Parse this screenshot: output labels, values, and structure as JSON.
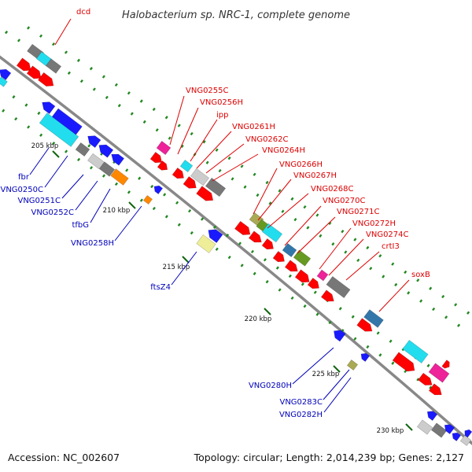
{
  "header": {
    "title": "Halobacterium sp. NRC-1, complete genome"
  },
  "footer": {
    "accession": "Accession: NC_002607",
    "summary": "Topology: circular; Length: 2,014,239 bp; Genes: 2,127"
  },
  "scale_ticks": [
    "205 kbp",
    "210 kbp",
    "215 kbp",
    "220 kbp",
    "225 kbp",
    "230 kbp"
  ],
  "forward_labels": [
    "dcd",
    "VNG0255C",
    "VNG0256H",
    "ipp",
    "VNG0261H",
    "VNG0262C",
    "VNG0264H",
    "VNG0266H",
    "VNG0267H",
    "VNG0268C",
    "VNG0270C",
    "VNG0271C",
    "VNG0272H",
    "VNG0274C",
    "crtI3",
    "soxB"
  ],
  "reverse_labels": [
    "fbr",
    "VNG0250C",
    "VNG0251C",
    "VNG0252C",
    "tfbG",
    "VNG0258H",
    "ftsZ4",
    "VNG0280H",
    "VNG0283C",
    "VNG0282H"
  ],
  "colors": {
    "backbone": "#888888",
    "forward_label": "#dd0000",
    "reverse_label": "#0000bb",
    "cds": "#ff0000",
    "gene": "#1a1aff",
    "gray": "#777777",
    "cyan": "#22ddee",
    "magenta": "#ee2299",
    "orange": "#ff8800",
    "lightgray": "#cccccc",
    "steelblue": "#3377aa",
    "khaki": "#aaaa55",
    "olive": "#669922",
    "paleyellow": "#eeee99",
    "tick": "#228822"
  }
}
